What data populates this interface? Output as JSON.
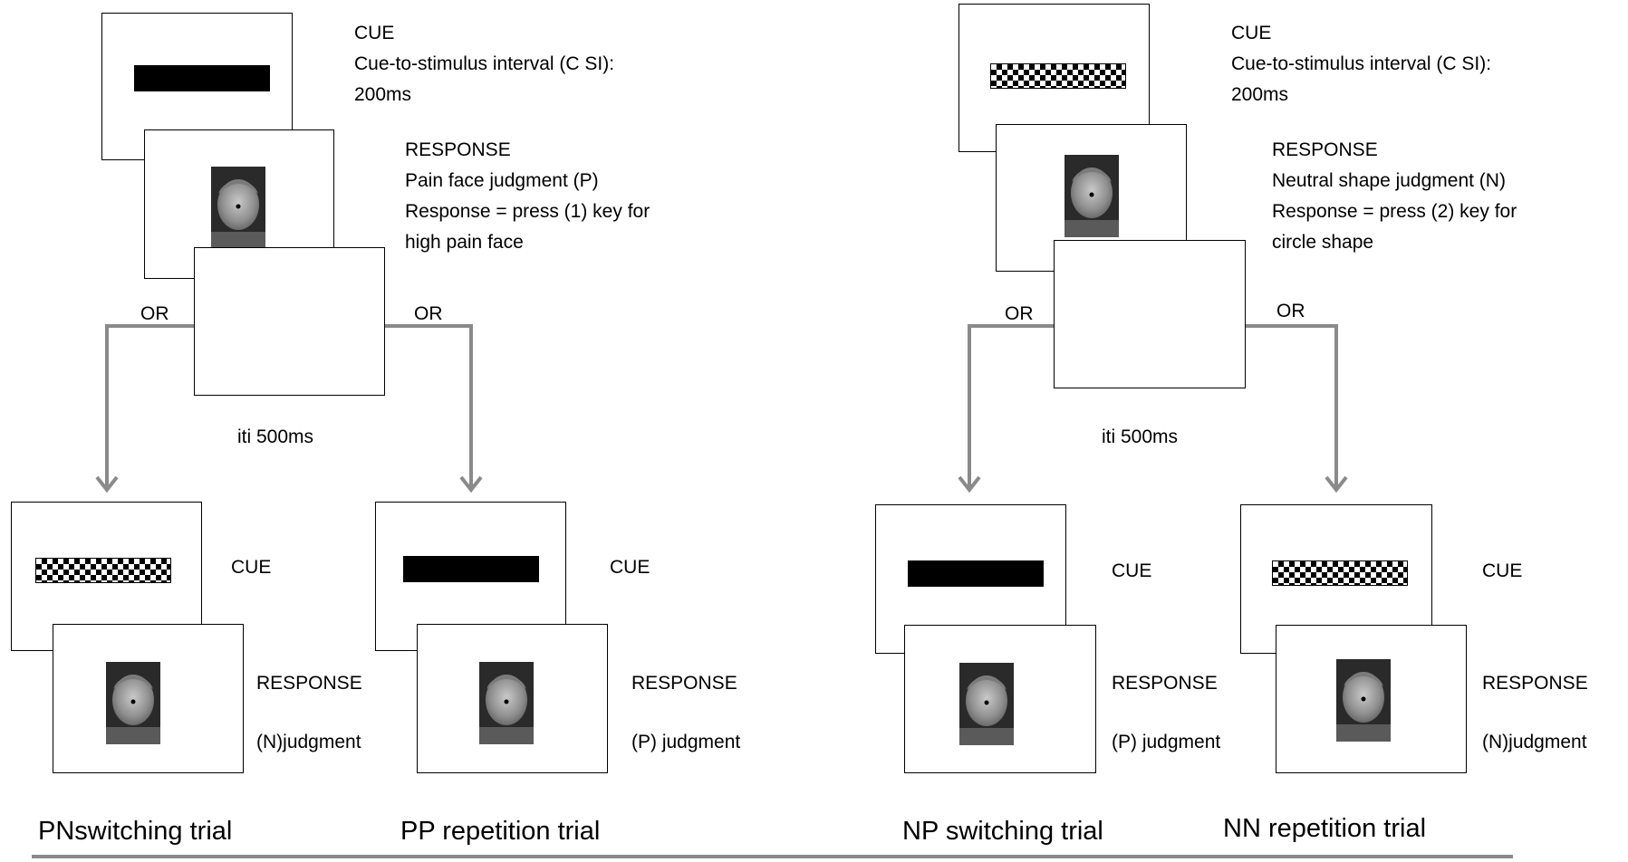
{
  "colors": {
    "arrow": "#8a8a8a",
    "baseline": "#8a8a8a",
    "cue_bar": "#000000"
  },
  "panels": [
    {
      "cue_label": "CUE",
      "csi_line1": "Cue-to-stimulus interval (C SI):",
      "csi_line2": "200ms",
      "response_label": "RESPONSE",
      "judgment_line": "Pain face judgment (P)",
      "response_line1": "Response = press (1) key for",
      "response_line2": "high pain face",
      "or_left": "OR",
      "or_right": "OR",
      "iti": "iti 500ms",
      "left_trial": {
        "cue_label": "CUE",
        "response_label": "RESPONSE",
        "judgment": "(N)judgment",
        "caption": "PNswitching trial"
      },
      "right_trial": {
        "cue_label": "CUE",
        "response_label": "RESPONSE",
        "judgment": "(P) judgment",
        "caption": "PP repetition trial"
      }
    },
    {
      "cue_label": "CUE",
      "csi_line1": "Cue-to-stimulus interval (C SI):",
      "csi_line2": "200ms",
      "response_label": "RESPONSE",
      "judgment_line": "Neutral shape judgment (N)",
      "response_line1": "Response = press (2) key for",
      "response_line2": "circle shape",
      "or_left": "OR",
      "or_right": "OR",
      "iti": "iti 500ms",
      "left_trial": {
        "cue_label": "CUE",
        "response_label": "RESPONSE",
        "judgment": "(P) judgment",
        "caption": "NP switching trial"
      },
      "right_trial": {
        "cue_label": "CUE",
        "response_label": "RESPONSE",
        "judgment": "(N)judgment",
        "caption": "NN repetition trial"
      }
    }
  ]
}
